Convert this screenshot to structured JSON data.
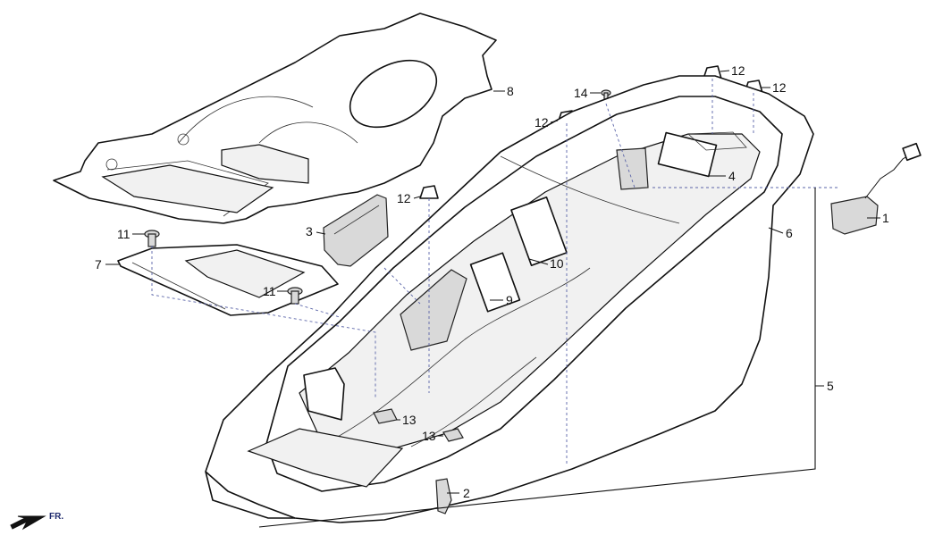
{
  "callouts": [
    {
      "id": "c1",
      "text": "1"
    },
    {
      "id": "c2",
      "text": "2"
    },
    {
      "id": "c3",
      "text": "3"
    },
    {
      "id": "c4",
      "text": "4"
    },
    {
      "id": "c5",
      "text": "5"
    },
    {
      "id": "c6",
      "text": "6"
    },
    {
      "id": "c7",
      "text": "7"
    },
    {
      "id": "c8",
      "text": "8"
    },
    {
      "id": "c9",
      "text": "9"
    },
    {
      "id": "c10",
      "text": "10"
    },
    {
      "id": "c11a",
      "text": "11"
    },
    {
      "id": "c11b",
      "text": "11"
    },
    {
      "id": "c12a",
      "text": "12"
    },
    {
      "id": "c12b",
      "text": "12"
    },
    {
      "id": "c12c",
      "text": "12"
    },
    {
      "id": "c12d",
      "text": "12"
    },
    {
      "id": "c13a",
      "text": "13"
    },
    {
      "id": "c13b",
      "text": "13"
    },
    {
      "id": "c14",
      "text": "14"
    }
  ],
  "direction_indicator": {
    "label": "FR.",
    "icon": "front-arrow-icon"
  }
}
